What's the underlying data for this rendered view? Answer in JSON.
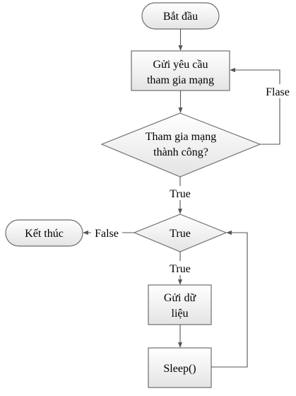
{
  "colors": {
    "stroke": "#6d6d6d",
    "fill_top": "#ffffff",
    "fill_bottom": "#e4e4e4",
    "text": "#000000"
  },
  "nodes": {
    "start": "Bắt đầu",
    "join_request": [
      "Gửi yêu cầu",
      "tham gia mạng"
    ],
    "join_check": [
      "Tham gia mạng",
      "thành công?"
    ],
    "loop_check": "True",
    "send_data": [
      "Gửi dữ",
      "liệu"
    ],
    "sleep": "Sleep()",
    "end": "Kết thúc"
  },
  "edge_labels": {
    "join_false": "Flase",
    "join_true": "True",
    "loop_false": "False",
    "loop_true": "True"
  }
}
